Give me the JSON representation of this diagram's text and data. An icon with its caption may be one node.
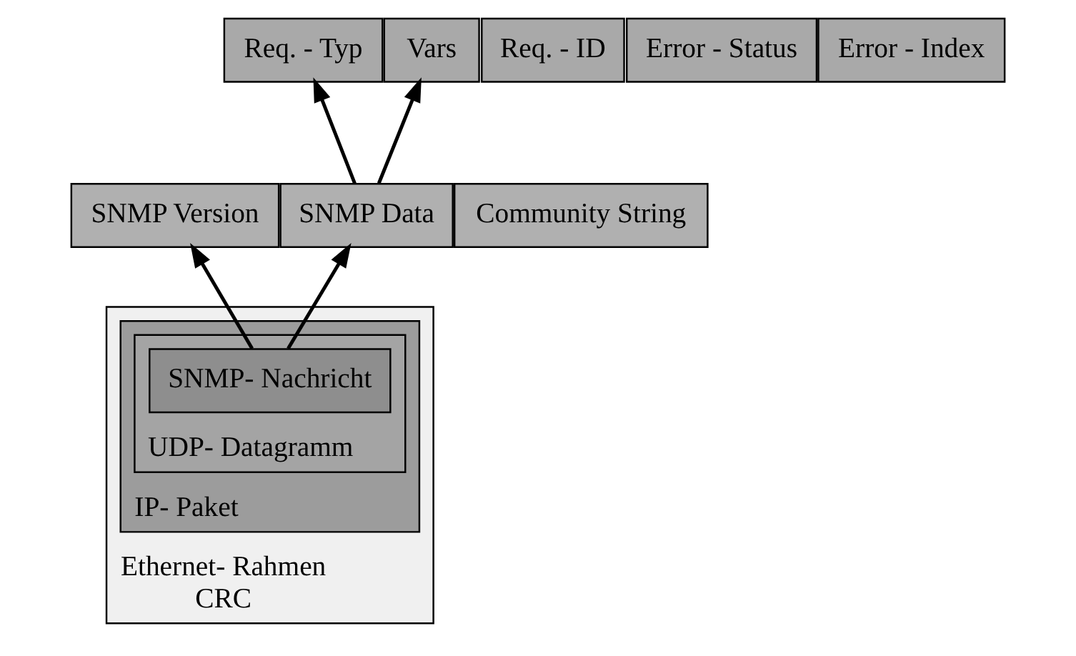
{
  "diagram": {
    "nodes": [
      {
        "text": [
          "Req. - Typ"
        ]
      },
      {
        "text": [
          "Req. - ID"
        ]
      },
      {
        "text": [
          "Error - Status"
        ]
      },
      {
        "text": [
          "Error - Index"
        ]
      },
      {
        "text": [
          "Vars"
        ]
      },
      {
        "text": [
          "SNMP Version"
        ]
      },
      {
        "text": [
          "Community String"
        ]
      },
      {
        "text": [
          "SNMP Data"
        ]
      },
      {
        "text": [
          "Ethernet- Rahmen",
          "CRC"
        ]
      },
      {
        "text": [
          "IP- Paket"
        ],
        "in": 8
      },
      {
        "text": [
          "UDP- Datagramm"
        ],
        "in": 9
      },
      {
        "text": [
          "SNMP- Nachricht"
        ],
        "in": 10
      }
    ],
    "edges": [
      {
        "from": 11,
        "to": 5,
        "arrow": "to"
      },
      {
        "from": 11,
        "to": 7,
        "arrow": "to"
      },
      {
        "from": 7,
        "to": 0,
        "arrow": "to"
      },
      {
        "from": 7,
        "to": 4,
        "arrow": "to"
      }
    ]
  }
}
